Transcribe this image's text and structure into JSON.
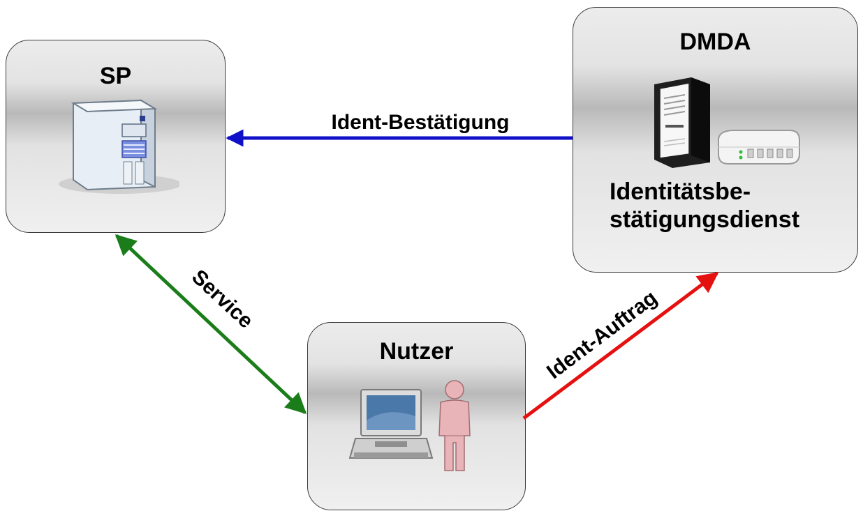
{
  "nodes": {
    "sp": {
      "title": "SP"
    },
    "dmda": {
      "title": "DMDA",
      "service_line1": "Identitätsbe-",
      "service_line2": "stätigungsdienst"
    },
    "nutzer": {
      "title": "Nutzer"
    }
  },
  "edges": {
    "confirmation": {
      "label": "Ident-Bestätigung",
      "color": "#1010c8"
    },
    "service": {
      "label": "Service",
      "color": "#1a7d1a"
    },
    "order": {
      "label": "Ident-Auftrag",
      "color": "#e51010"
    }
  },
  "icons": {
    "sp": "server-icon",
    "dmda": [
      "tower-server-icon",
      "router-icon"
    ],
    "nutzer": [
      "laptop-icon",
      "person-icon"
    ]
  }
}
